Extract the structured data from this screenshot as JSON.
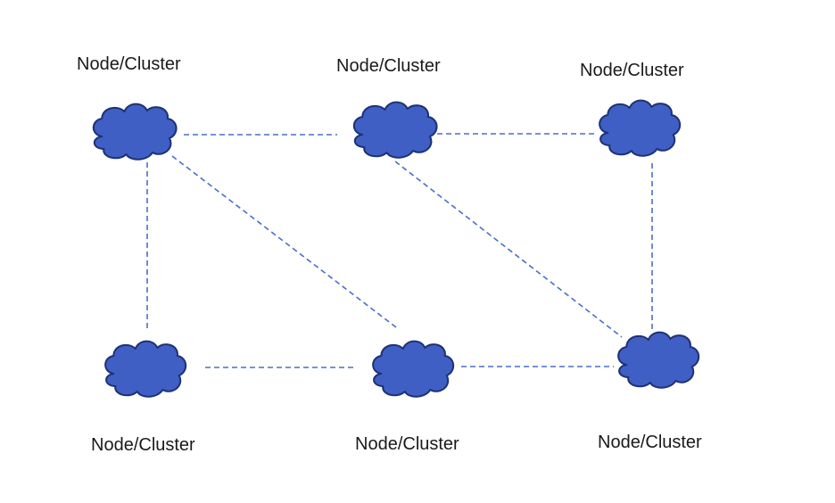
{
  "diagram": {
    "colors": {
      "cloud_fill": "#3f5fc4",
      "cloud_stroke": "#1e3275",
      "edge": "#4a6fc9"
    },
    "edge_style": "dashed",
    "node_shape": "cloud-icon",
    "nodes": [
      {
        "id": "n1",
        "label": "Node/Cluster"
      },
      {
        "id": "n2",
        "label": "Node/Cluster"
      },
      {
        "id": "n3",
        "label": "Node/Cluster"
      },
      {
        "id": "n4",
        "label": "Node/Cluster"
      },
      {
        "id": "n5",
        "label": "Node/Cluster"
      },
      {
        "id": "n6",
        "label": "Node/Cluster"
      }
    ],
    "edges": [
      {
        "from": "n1",
        "to": "n2"
      },
      {
        "from": "n2",
        "to": "n3"
      },
      {
        "from": "n1",
        "to": "n4"
      },
      {
        "from": "n1",
        "to": "n5"
      },
      {
        "from": "n2",
        "to": "n6"
      },
      {
        "from": "n3",
        "to": "n6"
      },
      {
        "from": "n4",
        "to": "n5"
      },
      {
        "from": "n5",
        "to": "n6"
      }
    ]
  }
}
